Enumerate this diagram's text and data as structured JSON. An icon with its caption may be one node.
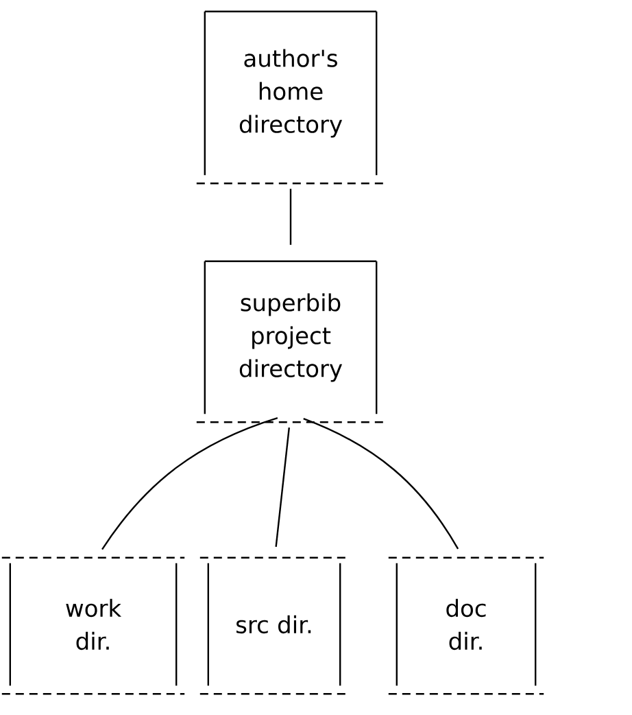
{
  "diagram": {
    "nodes": [
      {
        "text": [
          "author's home directory"
        ]
      },
      {
        "text": [
          "superbib project directory"
        ]
      },
      {
        "text": [
          "work dir."
        ]
      },
      {
        "text": [
          "src dir."
        ]
      },
      {
        "text": [
          "doc dir."
        ]
      }
    ],
    "edges": [
      {
        "from": 0,
        "to": 1,
        "arrow": "none"
      },
      {
        "from": 1,
        "to": 2,
        "arrow": "none"
      },
      {
        "from": 1,
        "to": 3,
        "arrow": "none"
      },
      {
        "from": 1,
        "to": 4,
        "arrow": "none"
      }
    ]
  }
}
